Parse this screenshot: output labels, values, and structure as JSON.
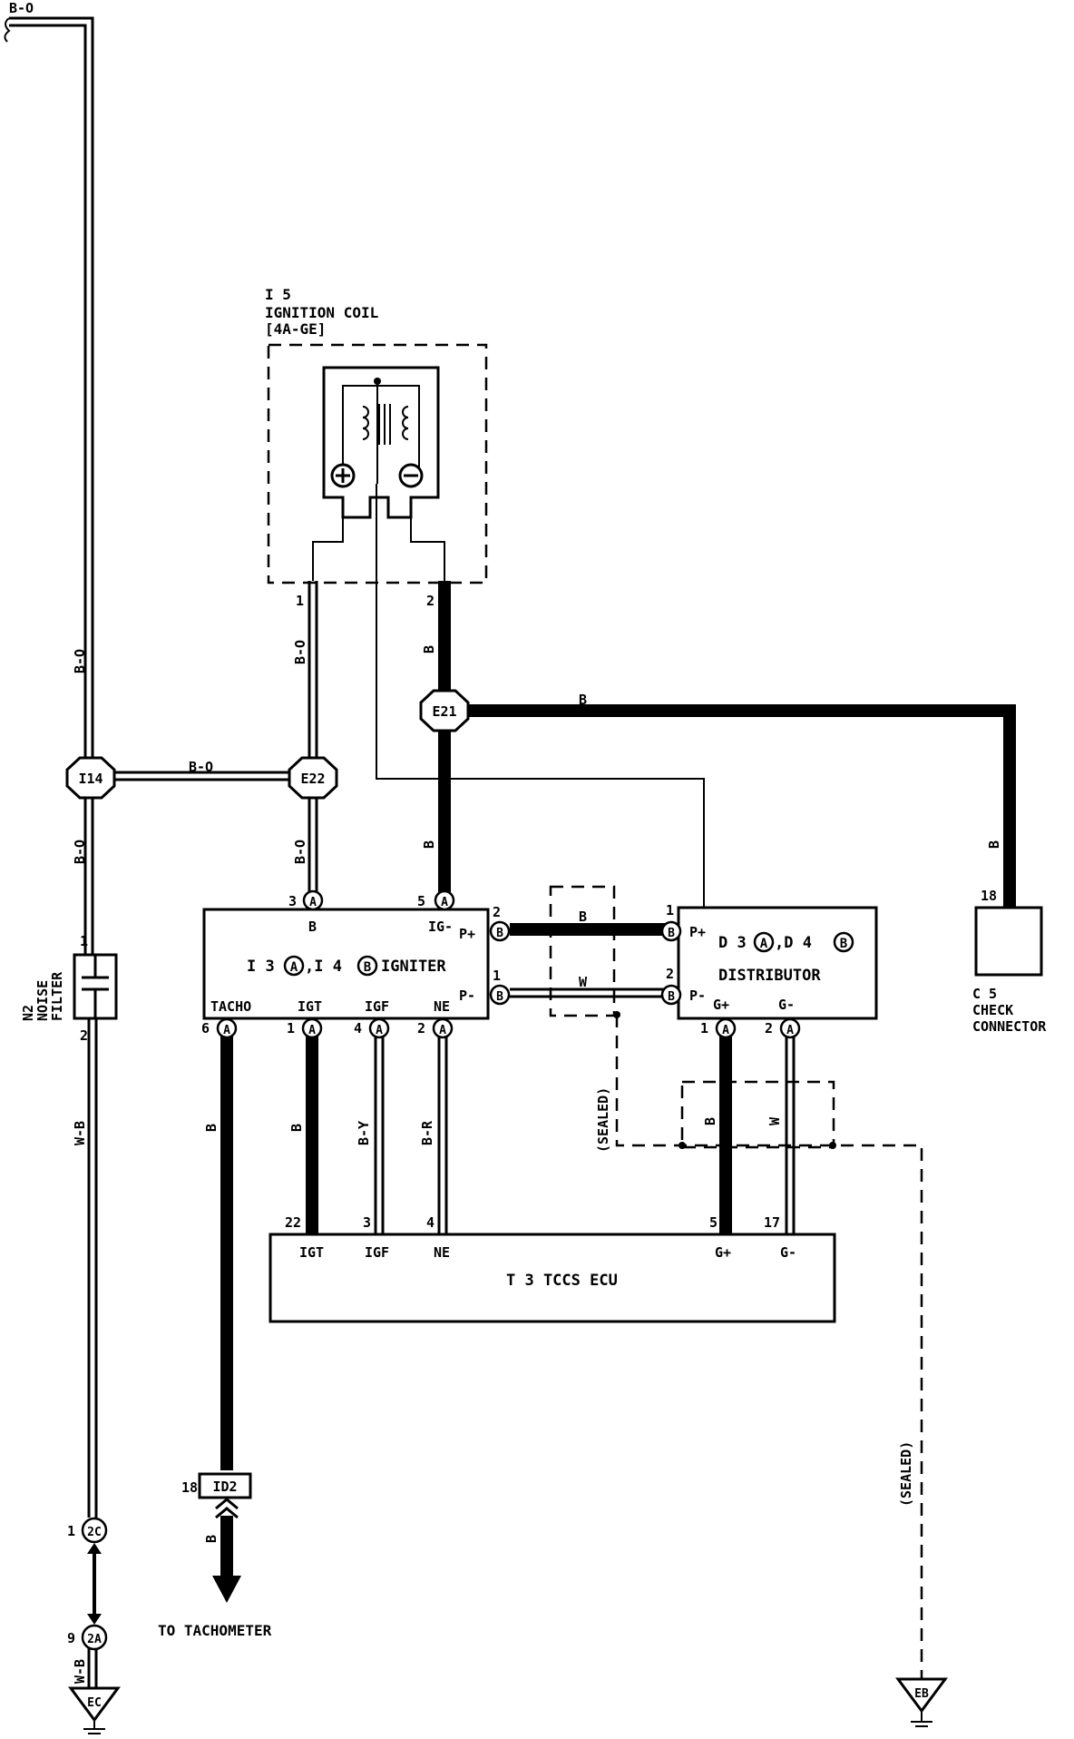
{
  "components": {
    "ignition_coil": {
      "ref": "I 5",
      "name": "IGNITION COIL",
      "note": "[4A-GE]"
    },
    "igniter": {
      "title_prefix": "I 3",
      "title_mid": ",I 4",
      "title_suffix": "IGNITER",
      "connector_a": "A",
      "connector_b": "B",
      "terminals_top": {
        "b": "B",
        "ig": "IG-"
      },
      "terminals_right": {
        "p_plus": "P+",
        "p_minus": "P-"
      },
      "terminals_bottom": {
        "tacho": "TACHO",
        "igt": "IGT",
        "igf": "IGF",
        "ne": "NE"
      }
    },
    "distributor": {
      "title_prefix": "D 3",
      "title_mid": ",D 4",
      "title_suffix": "DISTRIBUTOR",
      "terminals": {
        "p_plus": "P+",
        "p_minus": "P-",
        "g_plus": "G+",
        "g_minus": "G-"
      }
    },
    "ecu": {
      "title": "T 3  TCCS ECU",
      "terminals": {
        "igt": "IGT",
        "igf": "IGF",
        "ne": "NE",
        "g_plus": "G+",
        "g_minus": "G-"
      }
    },
    "check_connector": {
      "ref": "C 5",
      "name_line1": "CHECK",
      "name_line2": "CONNECTOR",
      "pin": "18"
    },
    "noise_filter": {
      "ref": "N2",
      "name_line1": "NOISE",
      "name_line2": "FILTER",
      "pin_top": "1",
      "pin_bottom": "2"
    }
  },
  "junctions": {
    "i14": "I14",
    "e22": "E22",
    "e21": "E21"
  },
  "wire_colors": {
    "b_o": "B-O",
    "b": "B",
    "w": "W",
    "w_b": "W-B",
    "b_y": "B-Y",
    "b_r": "B-R"
  },
  "pin_numbers": {
    "coil_1": "1",
    "coil_2": "2",
    "ign_b": "3",
    "ign_ig": "5",
    "ign_p_plus": "2",
    "ign_p_minus": "1",
    "ign_tacho": "6",
    "ign_igt": "1",
    "ign_igf": "4",
    "ign_ne": "2",
    "dist_p_plus": "1",
    "dist_p_minus": "2",
    "dist_g_plus": "1",
    "dist_g_minus": "2",
    "ecu_igt": "22",
    "ecu_igf": "3",
    "ecu_ne": "4",
    "ecu_g_plus": "5",
    "ecu_g_minus": "17",
    "id2_pin": "18",
    "c2_pin": "1",
    "a2_pin": "9"
  },
  "connectors": {
    "id2": "ID2",
    "c2": "2C",
    "a2": "2A",
    "pin_a": "A",
    "pin_b": "B"
  },
  "grounds": {
    "ec": "EC",
    "eb": "EB"
  },
  "labels": {
    "sealed": "(SEALED)",
    "to_tachometer": "TO TACHOMETER"
  }
}
